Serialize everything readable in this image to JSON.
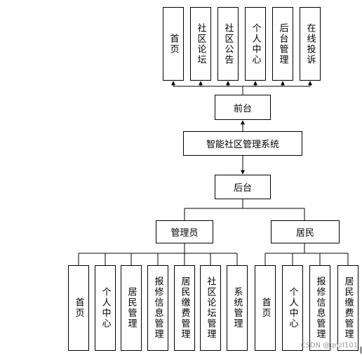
{
  "front": {
    "modules": [
      "首页",
      "社区论坛",
      "社区公告",
      "个人中心",
      "后台管理",
      "在线投诉"
    ],
    "title": "前台"
  },
  "system": {
    "title": "智能社区管理系统"
  },
  "back": {
    "title": "后台"
  },
  "admin": {
    "title": "管理员",
    "modules": [
      "首页",
      "个人中心",
      "居民管理",
      "报修信息管理",
      "居民缴费管理",
      "社区论坛管理",
      "系统管理"
    ]
  },
  "resident": {
    "title": "居民",
    "modules": [
      "首页",
      "个人中心",
      "报修信息管理",
      "居民缴费管理"
    ]
  },
  "watermark": "CSDN @qnzl101"
}
